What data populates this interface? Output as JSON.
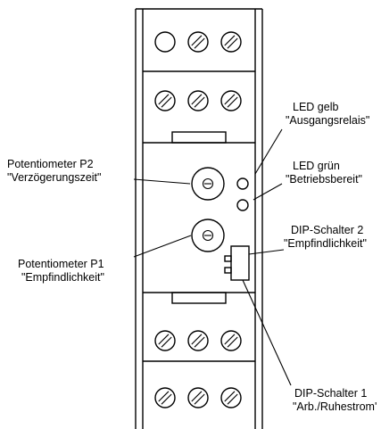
{
  "labels": {
    "led_yellow": {
      "line1": "LED gelb",
      "line2": "\"Ausgangsrelais\""
    },
    "led_green": {
      "line1": "LED grün",
      "line2": "\"Betriebsbereit\""
    },
    "pot_p2": {
      "line1": "Potentiometer P2",
      "line2": "\"Verzögerungszeit\""
    },
    "pot_p1": {
      "line1": "Potentiometer P1",
      "line2": "\"Empfindlichkeit\""
    },
    "dip2": {
      "line1": "DIP-Schalter 2",
      "line2": "\"Empfindlichkeit\""
    },
    "dip1": {
      "line1": "DIP-Schalter 1",
      "line2": "\"Arb./Ruhestrom'"
    }
  },
  "terminal_rows": [
    {
      "row": "top-1",
      "types": [
        "open",
        "screw",
        "screw"
      ]
    },
    {
      "row": "top-2",
      "types": [
        "screw",
        "screw",
        "screw"
      ]
    },
    {
      "row": "bottom-1",
      "types": [
        "screw",
        "screw",
        "screw"
      ]
    },
    {
      "row": "bottom-2",
      "types": [
        "screw",
        "screw",
        "screw"
      ]
    }
  ]
}
